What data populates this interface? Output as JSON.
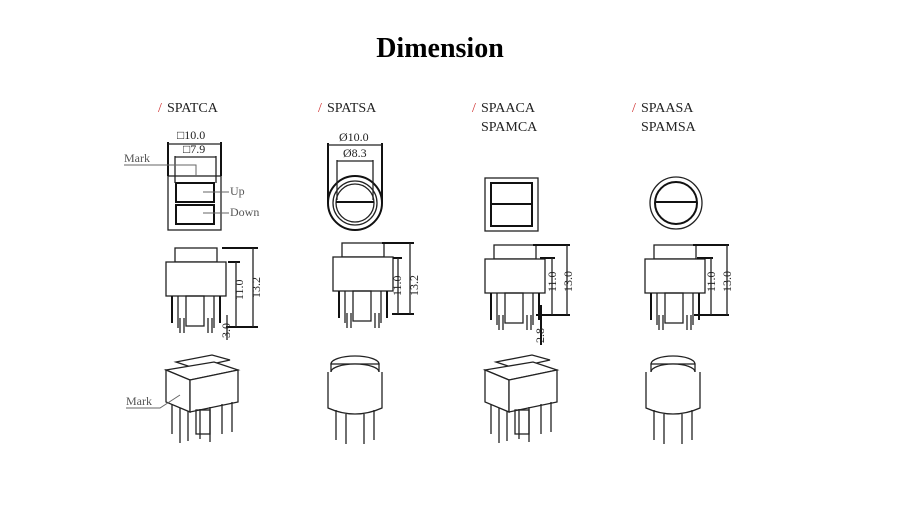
{
  "title": "Dimension",
  "slash": "/",
  "models": [
    {
      "lines": [
        "SPATCA"
      ],
      "top_dims": [
        "□10.0",
        "□7.9"
      ],
      "side_dims": [
        "11.0",
        "13.2",
        "3.0"
      ]
    },
    {
      "lines": [
        "SPATSA"
      ],
      "top_dims": [
        "Ø10.0",
        "Ø8.3"
      ],
      "side_dims": [
        "11.0",
        "13.2"
      ]
    },
    {
      "lines": [
        "SPAACA",
        "SPAMCA"
      ],
      "side_dims": [
        "11.0",
        "13.0",
        "2.8"
      ]
    },
    {
      "lines": [
        "SPAASA",
        "SPAMSA"
      ],
      "side_dims": [
        "11.0",
        "13.0"
      ]
    }
  ],
  "annotations": {
    "mark": "Mark",
    "up": "Up",
    "down": "Down",
    "mark_3d": "Mark"
  }
}
